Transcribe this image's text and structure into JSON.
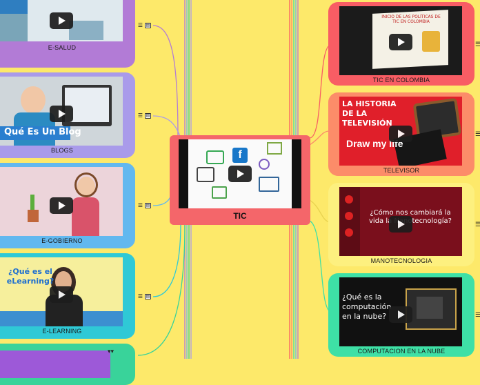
{
  "center": {
    "label": "TIC"
  },
  "left_nodes": [
    {
      "label": "E-SALUD",
      "color": "#b27bd6"
    },
    {
      "label": "BLOGS",
      "color": "#a99bea"
    },
    {
      "label": "E-GOBIERNO",
      "color": "#62b8ef"
    },
    {
      "label": "E-LEARNING",
      "color": "#2fc9d6",
      "thumb_text": "¿Qué es el eLearning?"
    },
    {
      "label": "",
      "color": "#39d39a"
    }
  ],
  "right_nodes": [
    {
      "label": "TIC EN COLOMBIA",
      "color": "#f85d64",
      "thumb_text": "INICIO DE LAS POLÍTICAS DE TIC EN COLOMBIA"
    },
    {
      "label": "TELEVISOR",
      "color": "#fc8c69",
      "thumb_text": "LA HISTORIA DE LA TELEVISIÓN"
    },
    {
      "label": "MANOTECNOLOGIA",
      "color": "#fdf07f",
      "thumb_text": "¿Cómo nos cambiará la vida la Nanotecnología?"
    },
    {
      "label": "COMPUTACION EN LA NUBE",
      "color": "#3ee0a6",
      "thumb_text": "¿Qué es la computación en la nube?"
    }
  ],
  "blog_thumb_text": "Qué Es Un Blog",
  "icons": {
    "menu": "menu-icon",
    "note": "note-icon",
    "expand": "expand-chevron-icon"
  }
}
